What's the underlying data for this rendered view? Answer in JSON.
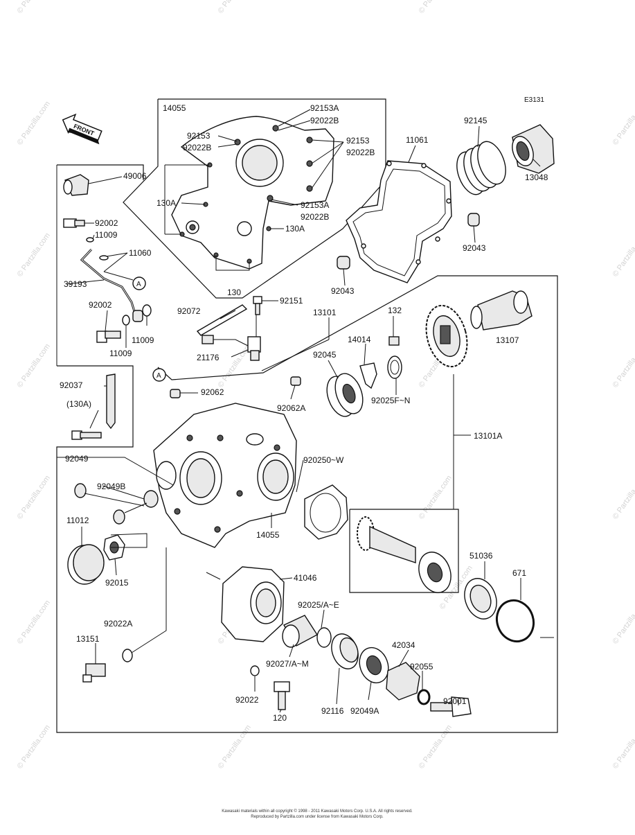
{
  "figure_code": "E3131",
  "front_label": "FRONT",
  "callout_a": "A",
  "labels": {
    "p14055": "14055",
    "p92153A_top": "92153A",
    "p92022B_top": "92022B",
    "p92153_l": "92153",
    "p92022B_l": "92022B",
    "p92153_r": "92153",
    "p92022B_r": "92022B",
    "p130A_l": "130A",
    "p92153A_m": "92153A",
    "p92022B_m": "92022B",
    "p130A_r": "130A",
    "p130": "130",
    "p11061": "11061",
    "p92145": "92145",
    "p13048": "13048",
    "p92043_r": "92043",
    "p92043_l": "92043",
    "p49006": "49006",
    "p92002_t": "92002",
    "p11009_t": "11009",
    "p11060": "11060",
    "p39193": "39193",
    "p92002_b": "92002",
    "p11009_r": "11009",
    "p11009_b": "11009",
    "p92072": "92072",
    "p92151": "92151",
    "p13101": "13101",
    "p132": "132",
    "p13107": "13107",
    "p21176": "21176",
    "p14014": "14014",
    "p92045": "92045",
    "p92025FN": "92025F~N",
    "p92037": "92037",
    "p130A_bolt": "(130A)",
    "p92062": "92062",
    "p92062A": "92062A",
    "p13101A": "13101A",
    "p92049": "92049",
    "p920250W": "920250~W",
    "p92049B": "92049B",
    "p11012": "11012",
    "p92015": "92015",
    "p51036": "51036",
    "p671": "671",
    "p41046": "41046",
    "p92025AE": "92025/A~E",
    "p92022A": "92022A",
    "p13151": "13151",
    "p92027AM": "92027/A~M",
    "p42034": "42034",
    "p92055": "92055",
    "p92001": "92001",
    "p92022": "92022",
    "p92116": "92116",
    "p92049A": "92049A",
    "p120": "120"
  },
  "watermark": "© Partzilla.com",
  "footer": {
    "line1": "Kawasaki materials within all copyright © 1998 - 2011 Kawasaki Motors Corp. U.S.A. All rights reserved.",
    "line2": "Reproduced by Partzilla.com under license from Kawasaki Motors Corp."
  }
}
